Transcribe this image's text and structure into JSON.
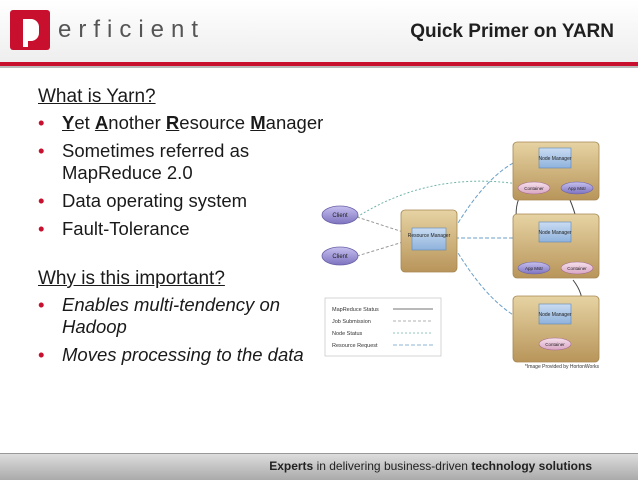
{
  "header": {
    "logo_text": "erficient",
    "title": "Quick Primer on YARN"
  },
  "section1": {
    "heading": "What is Yarn?",
    "items": [
      {
        "parts": [
          "Y",
          "et ",
          "A",
          "nother ",
          "R",
          "esource ",
          "M",
          "anager"
        ]
      },
      {
        "text": "Sometimes referred as MapReduce 2.0"
      },
      {
        "text": "Data operating system"
      },
      {
        "text": "Fault-Tolerance"
      }
    ]
  },
  "section2": {
    "heading": "Why is this important?",
    "items": [
      {
        "text": "Enables multi-tendency on Hadoop"
      },
      {
        "text": "Moves processing to the data"
      }
    ]
  },
  "diagram": {
    "client1": "Client",
    "client2": "Client",
    "resource_manager": "Resource Manager",
    "node_manager_1": "Node Manager",
    "node_manager_2": "Node Manager",
    "node_manager_3": "Node Manager",
    "container_1": "Container",
    "app_mstr_1": "App Mstr",
    "app_mstr_2": "App Mstr",
    "container_2": "Container",
    "container_3": "Container",
    "legend": [
      "MapReduce Status",
      "Job Submission",
      "Node Status",
      "Resource Request"
    ],
    "credit": "*Image Provided by HortonWorks"
  },
  "footer": {
    "lead": "Experts",
    "middle": " in delivering business-driven ",
    "tail": "technology solutions"
  },
  "colors": {
    "brand_red": "#c8102e",
    "box_tan": "#c9ab66",
    "client_purple": "#8e84c9"
  }
}
